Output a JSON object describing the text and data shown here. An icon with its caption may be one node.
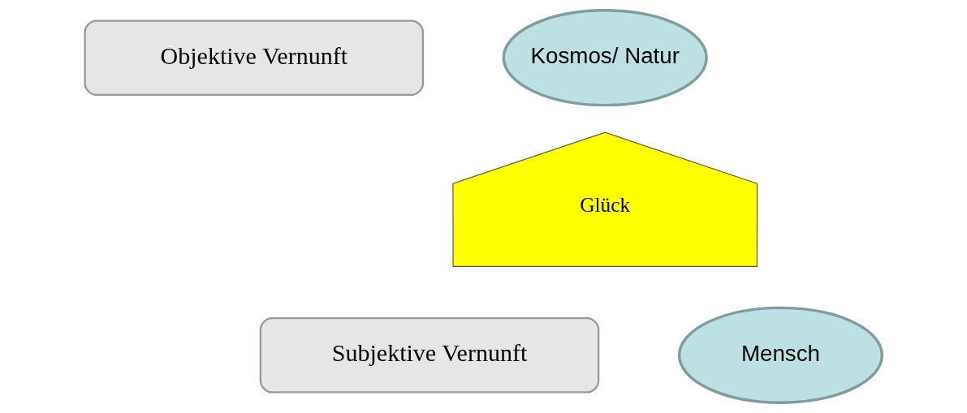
{
  "diagram": {
    "nodes": [
      {
        "text": [
          "Objektive Vernunft"
        ]
      },
      {
        "text": [
          "Kosmos/ Natur"
        ]
      },
      {
        "text": [
          "Glück"
        ]
      },
      {
        "text": [
          "Subjektive Vernunft"
        ]
      },
      {
        "text": [
          "Mensch"
        ]
      }
    ]
  }
}
